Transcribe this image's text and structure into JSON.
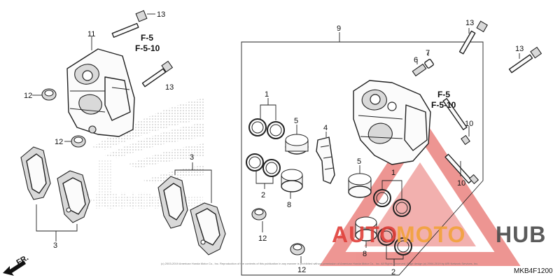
{
  "labels": {
    "l13a": "13",
    "l11": "11",
    "l12a": "12",
    "l13b": "13",
    "l12b": "12",
    "l3a": "3",
    "l3b": "3",
    "l9": "9",
    "l13c": "13",
    "l13d": "13",
    "l7": "7",
    "l6": "6",
    "l1a": "1",
    "l5a": "5",
    "l4": "4",
    "l2a": "2",
    "l8a": "8",
    "l5b": "5",
    "l1b": "1",
    "l10a": "10",
    "l10b": "10",
    "l8b": "8",
    "l2b": "2",
    "l12c": "12",
    "l12d": "12"
  },
  "refs": {
    "left_top": "F-5",
    "left_bottom": "F-5-10",
    "right_top": "F-5",
    "right_bottom": "F-5-10"
  },
  "front_arrow": "FR.",
  "diagram_code": "MKB4F1200",
  "copyright": "(c) 2003-2019 American Honda Motor Co., Inc. Reproduction of the contents of this publication in any manner is prohibited without permission of American Honda Motor Co., Inc. All Rights Reserved. Page design (c) 2004-2019 by ARI Network Services, Inc.",
  "watermark": {
    "text_red": "AUTO",
    "text_orange": "MOTO",
    "text_dark": "HUB",
    "colors": {
      "red": "#e0403a",
      "orange": "#f2a23a",
      "dark": "#4a4a4a"
    }
  }
}
